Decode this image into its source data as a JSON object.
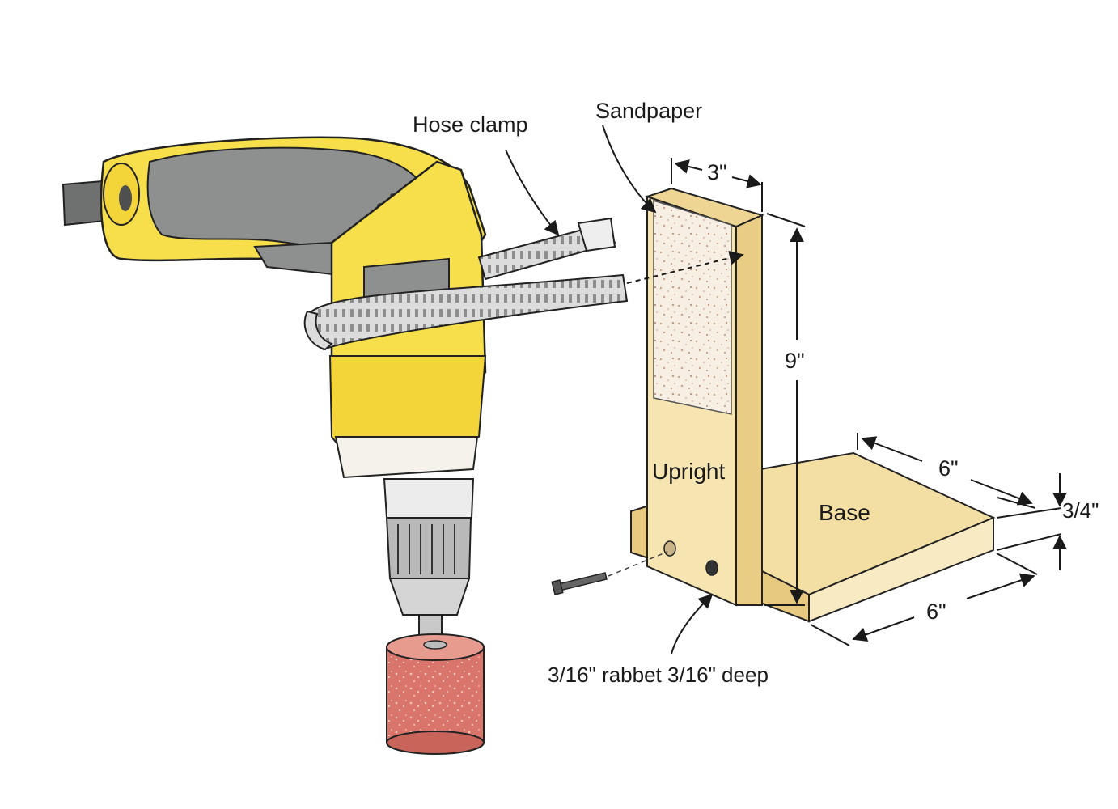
{
  "labels": {
    "hose_clamp": "Hose clamp",
    "sandpaper": "Sandpaper",
    "width_dim": "3\"",
    "height_dim": "9\"",
    "upright": "Upright",
    "base": "Base",
    "base_depth_dim": "6\"",
    "base_width_dim": "6\"",
    "thickness_dim": "3/4\"",
    "rabbet_note": "3/16\" rabbet 3/16\" deep"
  },
  "colors": {
    "drill_yellow": "#f6df4a",
    "drill_gray": "#8e8f8f",
    "wood": "#f3dea3",
    "wood_edge": "#e7c97f",
    "sanding_drum": "#d9756a",
    "clamp_metal": "#d8d8d8"
  }
}
